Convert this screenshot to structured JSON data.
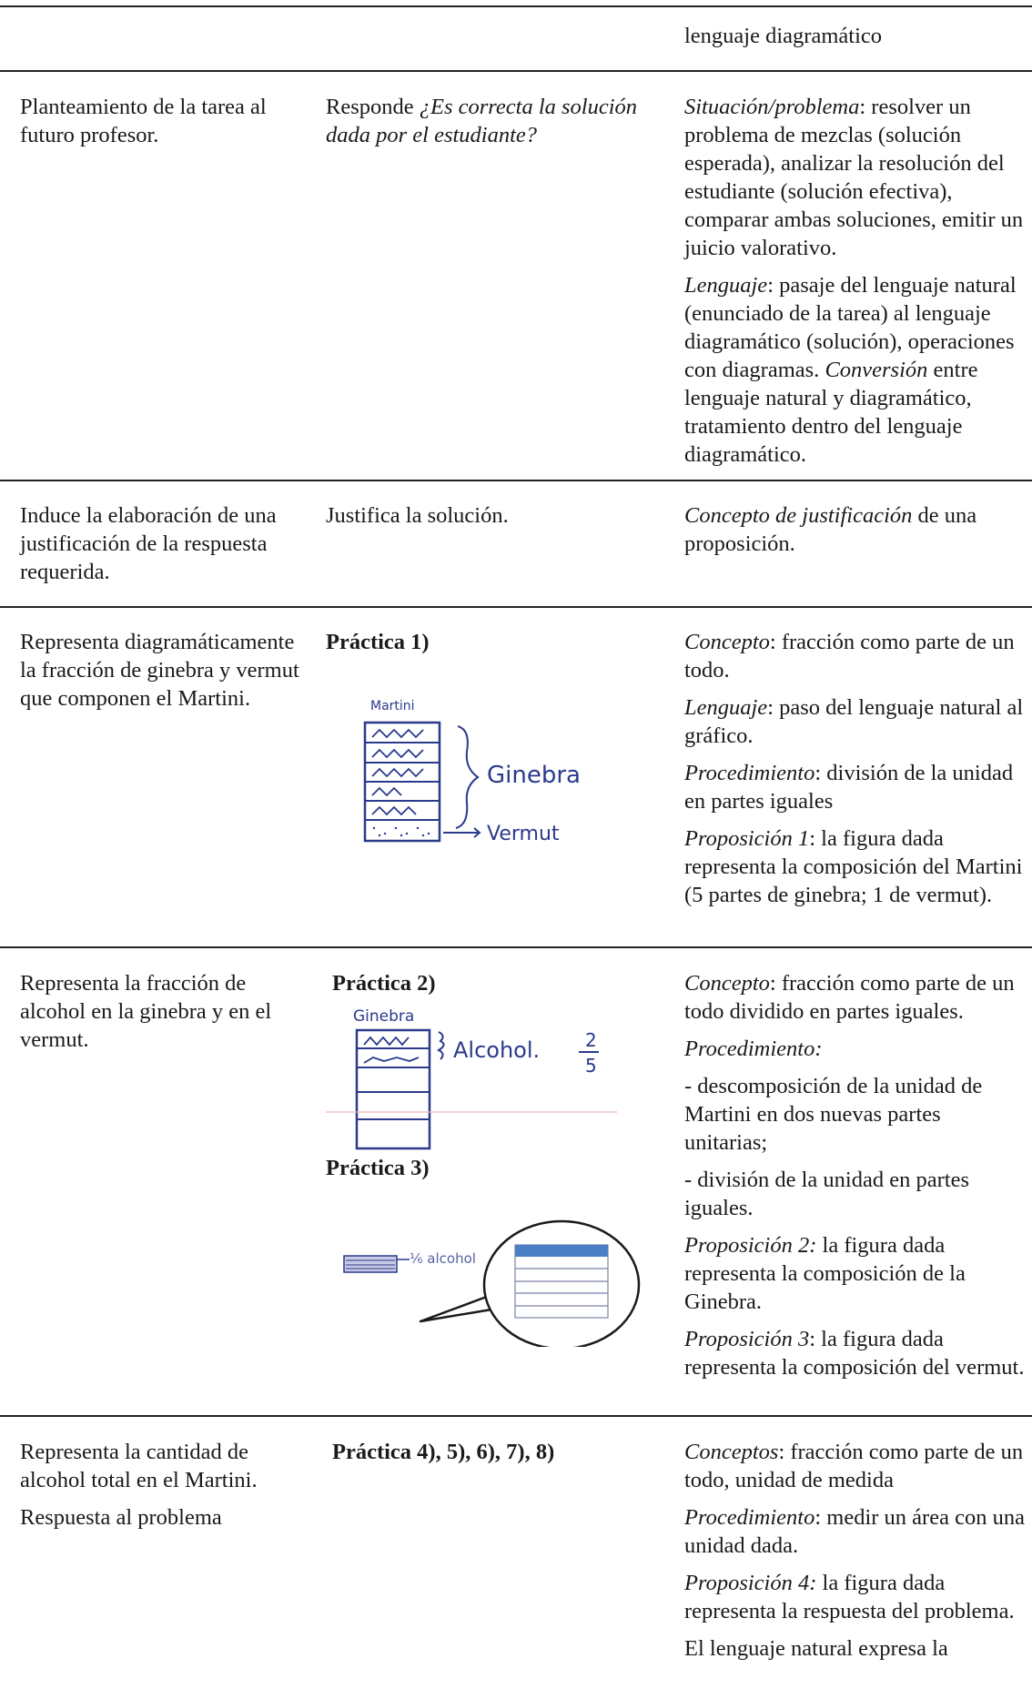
{
  "rows": [
    {
      "col3": [
        "lenguaje diagramático"
      ]
    },
    {
      "col1": "Planteamiento de la tarea al futuro profesor.",
      "col2": {
        "prefix": "Responde ",
        "italic": "¿Es correcta la solución dada por el estudiante?"
      },
      "col3": [
        {
          "italic": "Situación/problema",
          "text": ": resolver un problema de mezclas (solución esperada), analizar la resolución del estudiante (solución efectiva), comparar ambas soluciones, emitir un juicio valorativo."
        },
        {
          "italic": "Lenguaje",
          "text": ": pasaje del lenguaje natural (enunciado de la tarea) al lenguaje diagramático (solución), operaciones con diagramas. "
        },
        {
          "italic": "Conversión",
          "text": " entre lenguaje natural y diagramático, tratamiento dentro del lenguaje diagramático."
        }
      ]
    },
    {
      "col1": "Induce la elaboración de una justificación de la respuesta requerida.",
      "col2": "Justifica la solución.",
      "col3": [
        {
          "italic": "Concepto de justificación",
          "text": " de una proposición."
        }
      ]
    },
    {
      "col1": "Representa diagramáticamente la fracción de ginebra y vermut que componen el Martini.",
      "col2_label": "Práctica 1)",
      "sketch1": {
        "title": "Martini",
        "label_top": "Ginebra",
        "label_bottom": "Vermut"
      },
      "col3": [
        {
          "italic": "Concepto",
          "text": ": fracción como parte de un todo."
        },
        {
          "italic": "Lenguaje",
          "text": ": paso del lenguaje natural al gráfico."
        },
        {
          "italic": "Procedimiento",
          "text": ": división de la unidad en partes iguales"
        },
        {
          "italic": "Proposición 1",
          "text": ": la figura dada representa la composición del Martini (5 partes de ginebra; 1 de vermut)."
        }
      ]
    },
    {
      "col1": "Representa la fracción de alcohol en la ginebra y en el vermut.",
      "col2_label_a": "Práctica 2)",
      "sketch2": {
        "title": "Ginebra",
        "label": "Alcohol.",
        "num": "2",
        "den": "5"
      },
      "col2_label_b": "Práctica 3)",
      "sketch3": {
        "label": "⅙ alcohol"
      },
      "col3": [
        {
          "italic": "Concepto",
          "text": ": fracción como parte de un todo dividido en partes iguales."
        },
        {
          "italic": "Procedimiento:",
          "text": ""
        },
        {
          "italic": "",
          "text": "- descomposición de la unidad de Martini en dos nuevas partes unitarias;"
        },
        {
          "italic": "",
          "text": "- división de la unidad en partes iguales."
        },
        {
          "italic": "Proposición 2:",
          "text": " la figura dada representa la composición de la Ginebra."
        },
        {
          "italic": "Proposición 3",
          "text": ": la figura dada representa la composición del vermut."
        }
      ]
    },
    {
      "col1a": "Representa la cantidad de alcohol total en el Martini.",
      "col1b": "Respuesta al problema",
      "col2_label": "Práctica 4), 5), 6), 7), 8)",
      "col3": [
        {
          "italic": "Conceptos",
          "text": ": fracción como parte de un todo, unidad de medida"
        },
        {
          "italic": "Procedimiento",
          "text": ": medir un área con una unidad dada."
        },
        {
          "italic": "Proposición 4:",
          "text": " la figura dada representa la respuesta del problema."
        },
        {
          "italic": "",
          "text": "El lenguaje natural expresa la"
        }
      ]
    }
  ]
}
